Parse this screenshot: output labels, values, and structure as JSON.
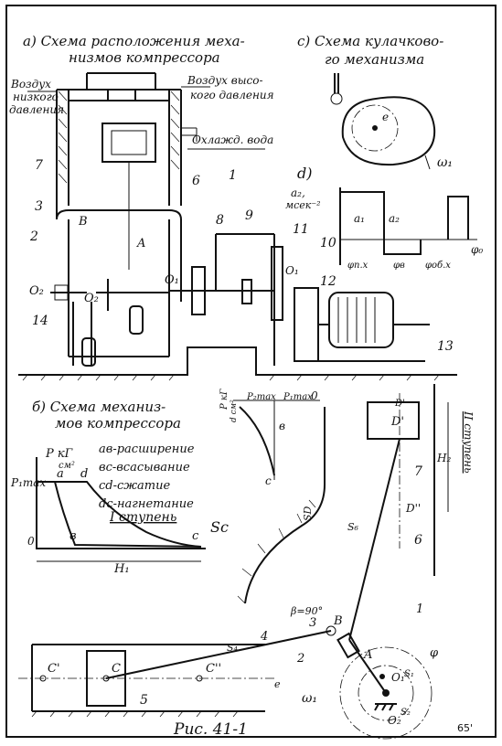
{
  "section_a": {
    "title_1": "а) Схема расположения меха-",
    "title_2": "низмов компрессора",
    "air_low_1": "Воздух",
    "air_low_2": "низкого",
    "air_low_3": "давления",
    "air_high_1": "Воздух высо-",
    "air_high_2": "кого давления",
    "cooling": "Охлажд. вода",
    "labels": [
      "7",
      "6",
      "1",
      "3",
      "B",
      "2",
      "A",
      "8",
      "9",
      "11",
      "10",
      "O₂",
      "O₂",
      "O₁",
      "O₁",
      "12",
      "14",
      "13"
    ]
  },
  "section_c": {
    "title_1": "с) Схема кулачково-",
    "title_2": "го механизма",
    "e": "e",
    "omega": "ω₁"
  },
  "section_d": {
    "label": "d)",
    "ylabel_1": "a₂,",
    "ylabel_2": "мсек⁻²",
    "a1": "a₁",
    "a2": "a₂",
    "phi_px": "φп.х",
    "phi_v": "φв",
    "phi_obx": "φоб.х",
    "phi0": "φ₀"
  },
  "section_b": {
    "title_1": "б) Схема механиз-",
    "title_2": "мов компрессора",
    "legend": [
      "ав-расширение",
      "вс-всасывание",
      "cd-сжатие",
      "dc-нагнетание"
    ],
    "p_axis_1": "P кГ",
    "p_axis_2": "см²",
    "p1max": "P₁max",
    "pts_a": "a",
    "pts_d": "d",
    "pts_b": "в",
    "pts_c": "c",
    "origin": "0",
    "stage1": "I ступень",
    "sc": "Sc",
    "h1": "H₁",
    "stage2": "II ступень",
    "h2": "H₂",
    "p2_1": "P кГ",
    "p2_2": "d см²",
    "p2max": "P₂max",
    "p1max_b": "P₁max",
    "o_top": "0",
    "b_top": "в",
    "c_top": "c",
    "D1": "D'",
    "D0": "D'",
    "D2": "D''",
    "sD": "SD",
    "s6": "S₆",
    "beta": "β=90°",
    "n3": "3",
    "nB": "B",
    "nA": "A",
    "n1": "1",
    "n4": "4",
    "s4": "S₄",
    "n2": "2",
    "phi": "φ",
    "O1": "O₁",
    "s1": "S₁",
    "O2": "O₂",
    "s2": "S₂",
    "omega1": "ω₁",
    "e": "e",
    "C1": "C'",
    "C": "C",
    "C2": "C''",
    "n5": "5",
    "n6": "6",
    "n7": "7"
  },
  "caption": "Рис. 41-1",
  "page_number": "65'"
}
